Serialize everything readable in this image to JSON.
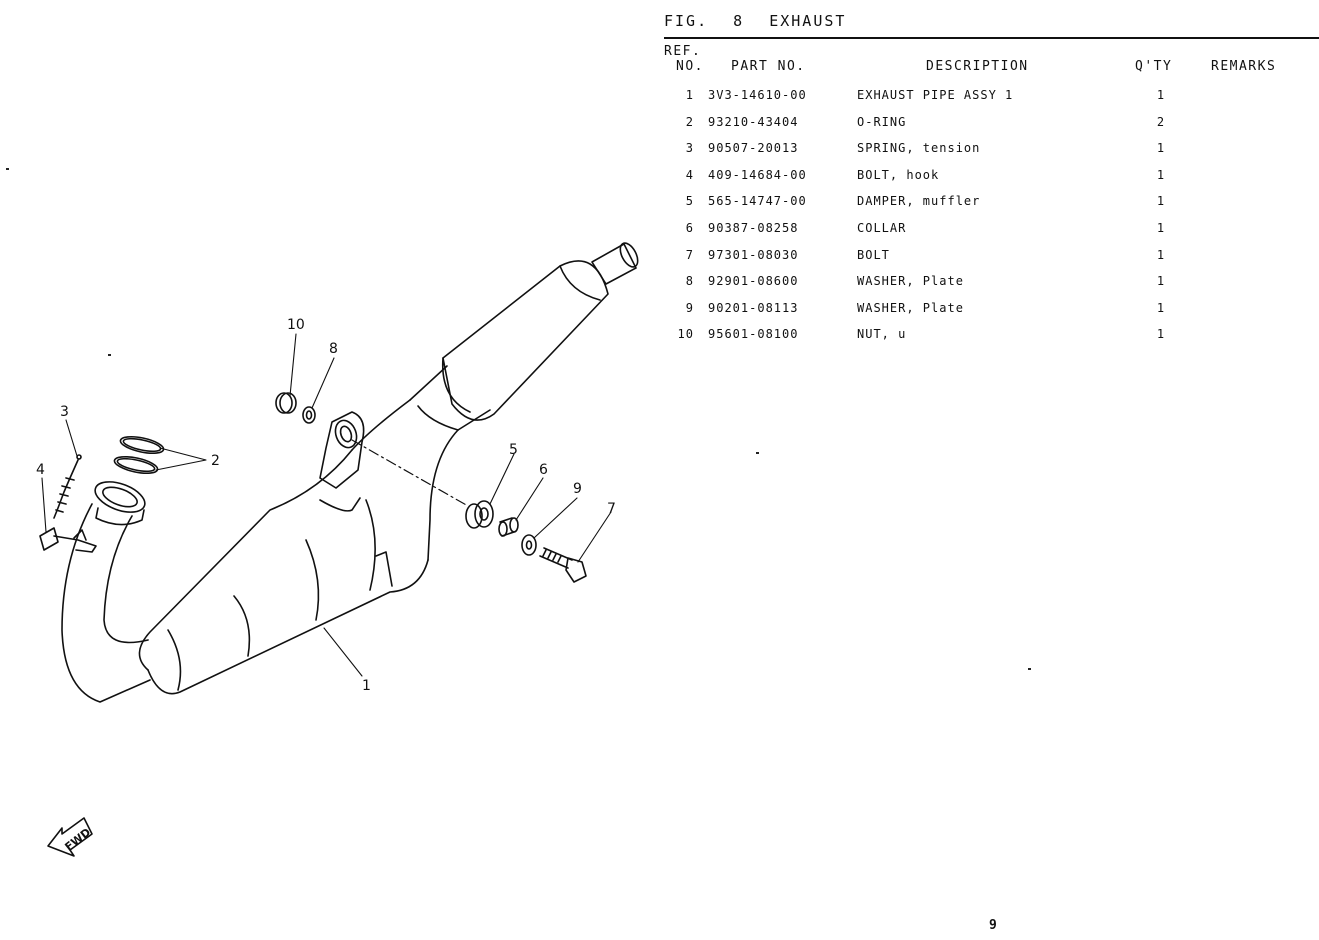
{
  "figure": {
    "label": "FIG.",
    "number": "8",
    "title": "EXHAUST"
  },
  "table": {
    "headers": {
      "ref_line1": "REF.",
      "ref_line2": "NO.",
      "part_no": "PART NO.",
      "description": "DESCRIPTION",
      "qty": "Q'TY",
      "remarks": "REMARKS"
    },
    "rows": [
      {
        "ref": "1",
        "part_no": "3V3-14610-00",
        "description": "EXHAUST PIPE ASSY 1",
        "qty": "1",
        "remarks": ""
      },
      {
        "ref": "2",
        "part_no": "93210-43404",
        "description": "O-RING",
        "qty": "2",
        "remarks": ""
      },
      {
        "ref": "3",
        "part_no": "90507-20013",
        "description": "SPRING, tension",
        "qty": "1",
        "remarks": ""
      },
      {
        "ref": "4",
        "part_no": "409-14684-00",
        "description": "BOLT, hook",
        "qty": "1",
        "remarks": ""
      },
      {
        "ref": "5",
        "part_no": "565-14747-00",
        "description": "DAMPER, muffler",
        "qty": "1",
        "remarks": ""
      },
      {
        "ref": "6",
        "part_no": "90387-08258",
        "description": "COLLAR",
        "qty": "1",
        "remarks": ""
      },
      {
        "ref": "7",
        "part_no": "97301-08030",
        "description": "BOLT",
        "qty": "1",
        "remarks": ""
      },
      {
        "ref": "8",
        "part_no": "92901-08600",
        "description": "WASHER, Plate",
        "qty": "1",
        "remarks": ""
      },
      {
        "ref": "9",
        "part_no": "90201-08113",
        "description": "WASHER, Plate",
        "qty": "1",
        "remarks": ""
      },
      {
        "ref": "10",
        "part_no": "95601-08100",
        "description": "NUT, u",
        "qty": "1",
        "remarks": ""
      }
    ]
  },
  "diagram": {
    "callouts": [
      "1",
      "2",
      "3",
      "4",
      "5",
      "6",
      "7",
      "8",
      "9",
      "10"
    ],
    "fwd_label": "FWD",
    "icon": "exhaust-assembly-drawing"
  },
  "page_number": "9"
}
